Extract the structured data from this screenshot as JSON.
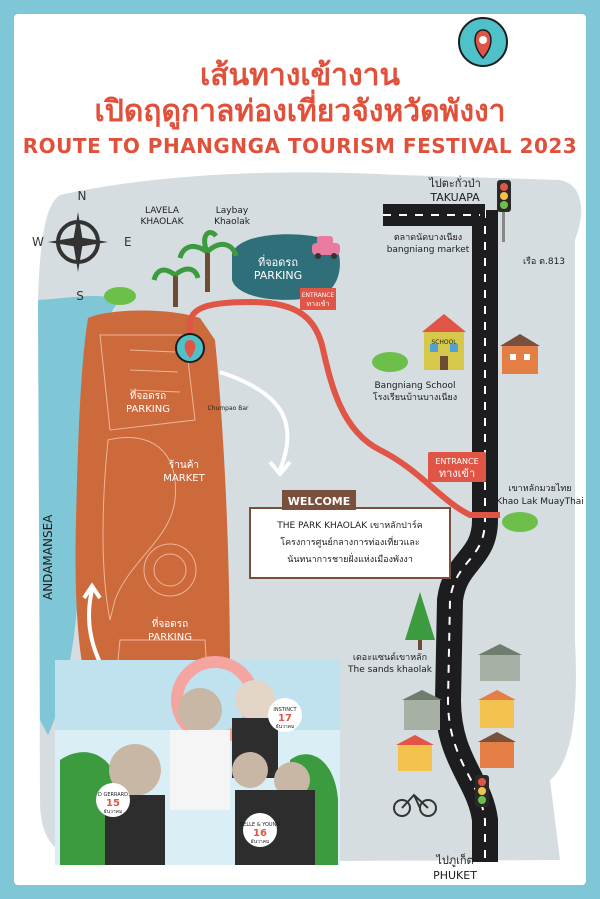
{
  "title": {
    "line1": "เส้นทางเข้างาน",
    "line2": "เปิดฤดูกาลท่องเที่ยวจังหวัดพังงา",
    "line3": "ROUTE TO PHANGNGA TOURISM FESTIVAL 2023"
  },
  "compass": {
    "n": "N",
    "s": "S",
    "e": "E",
    "w": "W"
  },
  "places": {
    "lavela": [
      "LAVELA",
      "KHAOLAK"
    ],
    "laybay": [
      "Laybay",
      "Khaolak"
    ],
    "parking_top_th": "ที่จอดรถ",
    "parking_top_en": "PARKING",
    "entrance_small_en": "ENTRANCE",
    "entrance_small_th": "ทางเข้า",
    "market_th": "ตลาดนัดบางเนียง",
    "market_en": "bangniang market",
    "boat": "เรือ ต.813",
    "takuapa_th": "ไปตะกั่วป่า",
    "takuapa_en": "TAKUAPA",
    "school_sign": "SCHOOL",
    "school_en": "Bangniang School",
    "school_th": "โรงเรียนบ้านบางเนียง",
    "parking1_th": "ที่จอดรถ",
    "parking1_en": "PARKING",
    "chumpao": "Chumpao Bar",
    "market_center_th": "ร้านค้า",
    "market_center_en": "MARKET",
    "parking2_th": "ที่จอดรถ",
    "parking2_en": "PARKING",
    "entrance_main_en": "ENTRANCE",
    "entrance_main_th": "ทางเข้า",
    "muaythai_th": "เขาหลักมวยไทย",
    "muaythai_en": "Khao Lak MuayThai",
    "sea": "ANDAMANSEA",
    "sands_th": "เดอะแซนด์เขาหลัก",
    "sands_en": "The sands khaolak",
    "phuket_th": "ไปภูเก็ต",
    "phuket_en": "PHUKET"
  },
  "welcome": {
    "banner": "WELCOME",
    "line1": "THE PARK KHAOLAK เขาหลักปาร์ค",
    "line2": "โครงการศูนย์กลางการท่องเที่ยวและ",
    "line3": "นันทนาการชายฝั่งแห่งเมืองพังงา"
  },
  "poster": {
    "artist1": "D GERRARD",
    "day1": "15",
    "artist2": "INSTINCT",
    "day2": "17",
    "artist3": "BELLE & YOUNG",
    "day3": "16",
    "month": "ธันวาคม"
  },
  "colors": {
    "frame": "#7fc6d6",
    "title": "#e0503b",
    "land": "#d6dde0",
    "sea": "#7fc6d6",
    "venue": "#cc6a3c",
    "route": "#e05545",
    "road": "#1d1d1f",
    "pond": "#2f6f7a"
  }
}
